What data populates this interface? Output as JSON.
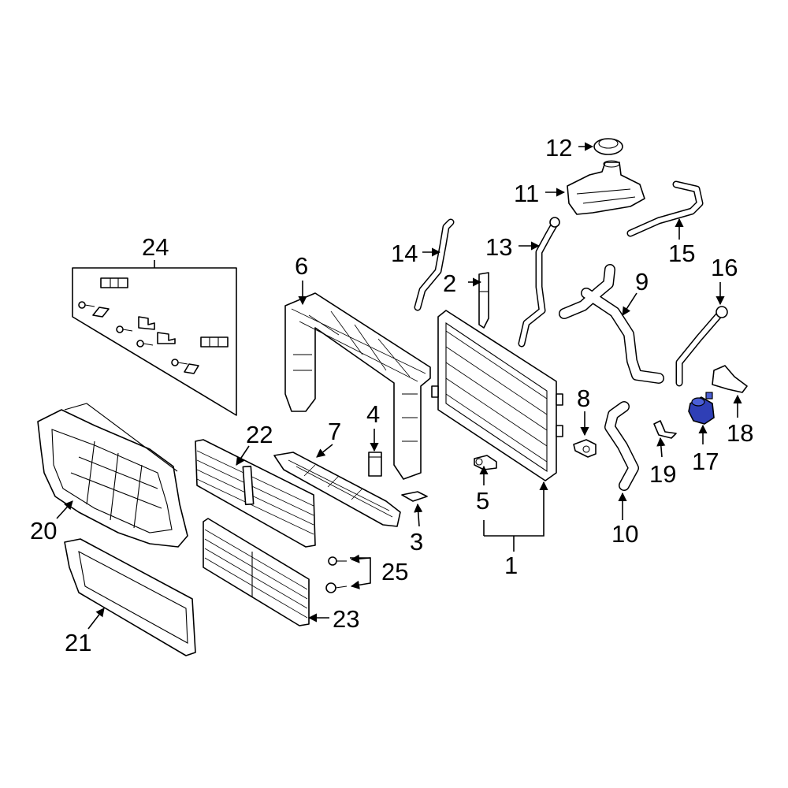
{
  "diagram": {
    "callouts": {
      "p1": "1",
      "p2": "2",
      "p3": "3",
      "p4": "4",
      "p5": "5",
      "p6": "6",
      "p7": "7",
      "p8": "8",
      "p9": "9",
      "p10": "10",
      "p11": "11",
      "p12": "12",
      "p13": "13",
      "p14": "14",
      "p15": "15",
      "p16": "16",
      "p17": "17",
      "p18": "18",
      "p19": "19",
      "p20": "20",
      "p21": "21",
      "p22": "22",
      "p23": "23",
      "p24": "24",
      "p25": "25"
    },
    "highlight_color": "#2f3fb6",
    "highlighted_part": "17"
  }
}
